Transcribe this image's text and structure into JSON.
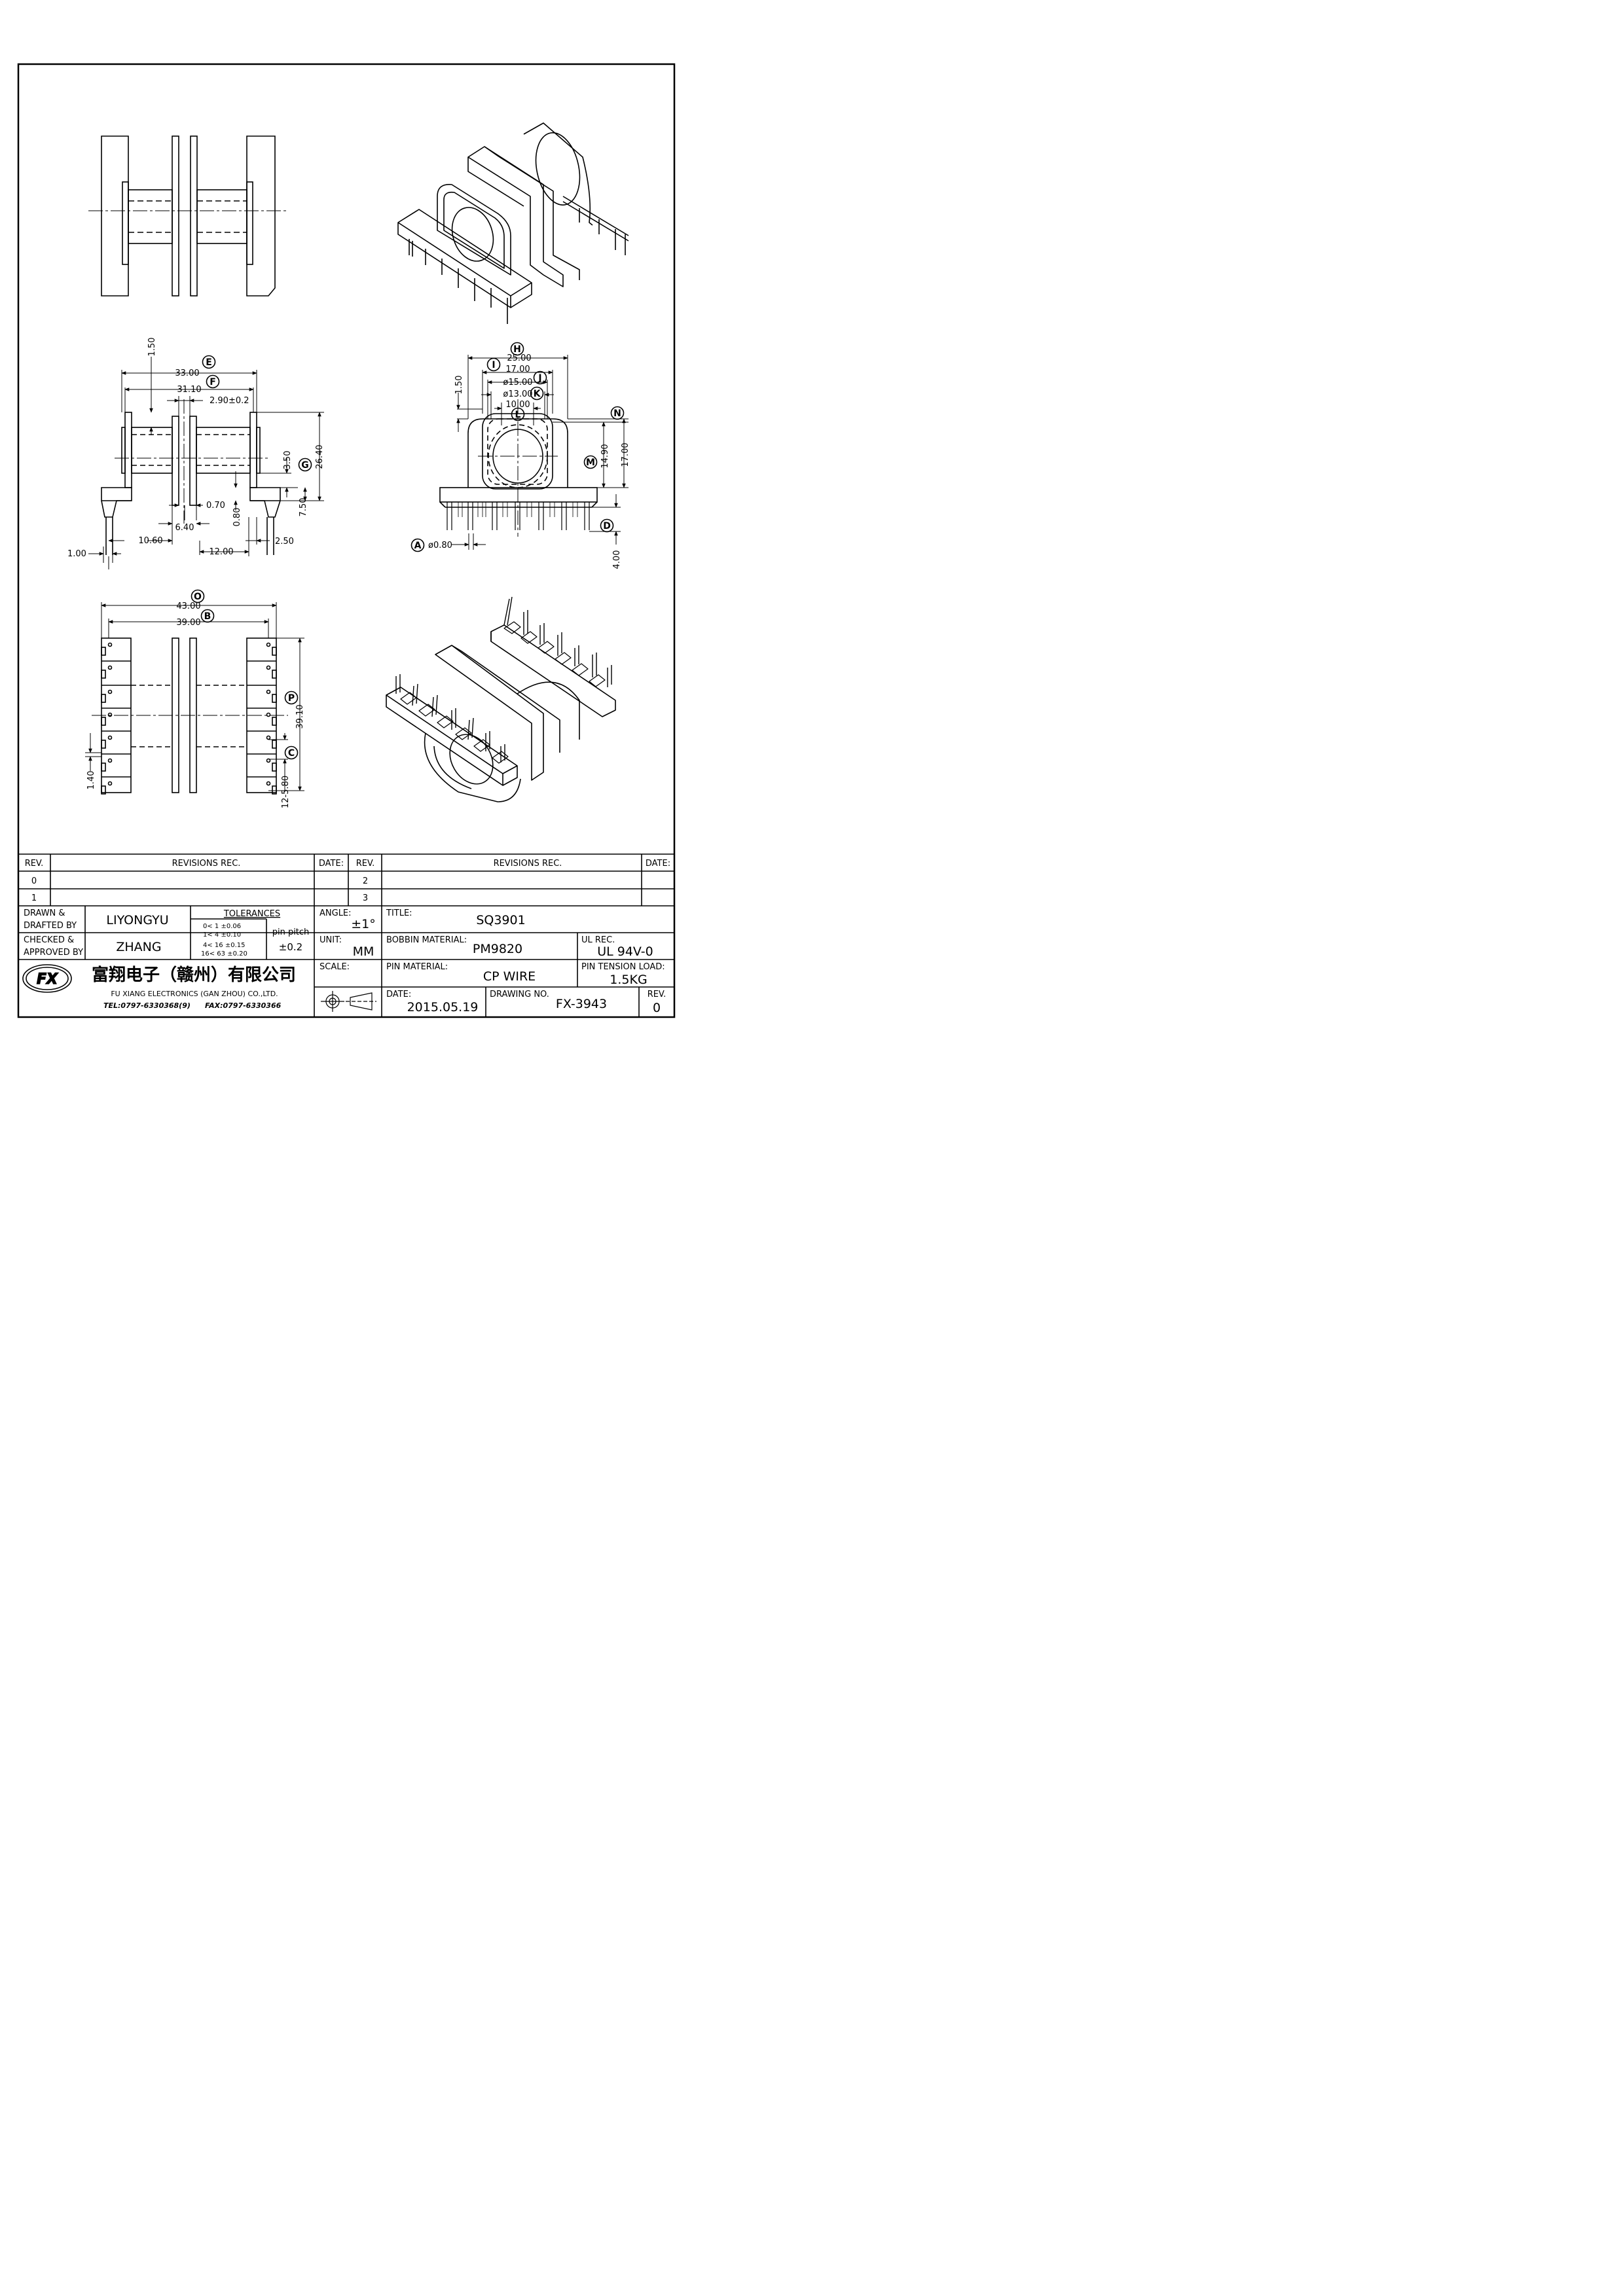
{
  "views": {
    "front": {
      "dims": {
        "e_33": "33.00",
        "f_31_10": "31.10",
        "w_2_90": "2.90±0.2",
        "t_1_50": "1.50",
        "g_26_40": "26.40",
        "d_3_50": "3.50",
        "d_7_50": "7.50",
        "d_0_70": "0.70",
        "d_0_80": "0.80",
        "d_6_40": "6.40",
        "d_10_60": "10.60",
        "d_12_00": "12.00",
        "d_2_50": "2.50",
        "d_1_00": "1.00"
      }
    },
    "side": {
      "dims": {
        "h_25": "25.00",
        "i_17": "17.00",
        "j_15": "ø15.00",
        "k_13": "ø13.00",
        "l_10": "10.00",
        "t_1_50": "1.50",
        "m_14_90": "14.90",
        "n_17": "17.00",
        "a_0_80": "ø0.80",
        "d_4_00": "4.00"
      }
    },
    "bottom": {
      "dims": {
        "o_43": "43.00",
        "b_39": "39.00",
        "p_39_10": "39.10",
        "c_5_80": "12-5.80",
        "d_1_40": "1.40"
      }
    }
  },
  "markers": {
    "A": "A",
    "B": "B",
    "C": "C",
    "D": "D",
    "E": "E",
    "F": "F",
    "G": "G",
    "H": "H",
    "I": "I",
    "J": "J",
    "K": "K",
    "L": "L",
    "M": "M",
    "N": "N",
    "O": "O",
    "P": "P"
  },
  "revisions": {
    "headers": {
      "rev": "REV.",
      "rec": "REVISIONS   REC.",
      "date": "DATE:"
    },
    "left_rows": [
      "0",
      "1"
    ],
    "right_rows": [
      "2",
      "3"
    ]
  },
  "title_block": {
    "drawn_label_1": "DRAWN  &",
    "drawn_label_2": "DRAFTED  BY",
    "drawn_value": "LIYONGYU",
    "checked_label_1": "CHECKED  &",
    "checked_label_2": "APPROVED  BY",
    "checked_value": "ZHANG",
    "tolerances_label": "TOLERANCES",
    "tolerance_rows": [
      "0<  1   ±0.06",
      "1<  4   ±0.10",
      "4<  16  ±0.15",
      "16<  63  ±0.20"
    ],
    "pin_pitch_label": "pin  pitch",
    "pin_pitch_value": "±0.2",
    "angle_label": "ANGLE:",
    "angle_value": "±1°",
    "unit_label": "UNIT:",
    "unit_value": "MM",
    "scale_label": "SCALE:",
    "title_label": "TITLE:",
    "title_value": "SQ3901",
    "bobbin_label": "BOBBIN  MATERIAL:",
    "bobbin_value": "PM9820",
    "ul_label": "UL  REC.",
    "ul_value": "UL  94V-0",
    "pin_material_label": "PIN  MATERIAL:",
    "pin_material_value": "CP  WIRE",
    "pin_tension_label": "PIN  TENSION  LOAD:",
    "pin_tension_value": "1.5KG",
    "date_label": "DATE:",
    "date_value": "2015.05.19",
    "drawing_no_label": "DRAWING  NO.",
    "drawing_no_value": "FX-3943",
    "rev_label": "REV.",
    "rev_value": "0",
    "company_cn": "富翔电子（赣州）有限公司",
    "company_en": "FU  XIANG  ELECTRONICS  (GAN  ZHOU)  CO.,LTD.",
    "tel": "TEL:0797-6330368(9)",
    "fax": "FAX:0797-6330366",
    "logo_text": "FX"
  }
}
